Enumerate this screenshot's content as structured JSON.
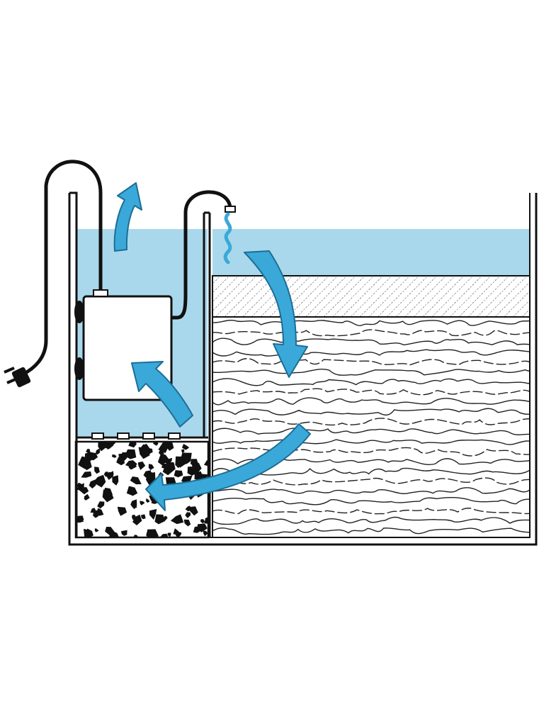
{
  "diagram": {
    "kind": "pond filter water flow illustration",
    "labels": [],
    "colors": {
      "water": "#a9d8ec",
      "arrow_fill": "#3aa9d9",
      "arrow_stroke": "#1c6e95",
      "outline": "#111111",
      "background": "#ffffff",
      "pump_body": "#ffffff"
    },
    "components": [
      {
        "id": "tank",
        "icon": "tank-outline"
      },
      {
        "id": "pump-chamber",
        "icon": "chamber-walls"
      },
      {
        "id": "pump",
        "icon": "pump-box"
      },
      {
        "id": "power-cord",
        "icon": "cable-with-plug"
      },
      {
        "id": "outlet-hose",
        "icon": "hose"
      },
      {
        "id": "water-stream",
        "icon": "squiggle"
      },
      {
        "id": "gravel-layer",
        "icon": "hatched-layer"
      },
      {
        "id": "filter-sponge",
        "icon": "swirl-media"
      },
      {
        "id": "coarse-media",
        "icon": "chunky-media"
      }
    ],
    "flow_arrows": [
      {
        "id": "up-out",
        "direction": "up"
      },
      {
        "id": "down-through-sponge",
        "direction": "down"
      },
      {
        "id": "into-coarse-media",
        "direction": "left"
      },
      {
        "id": "into-pump",
        "direction": "up-left"
      }
    ]
  }
}
